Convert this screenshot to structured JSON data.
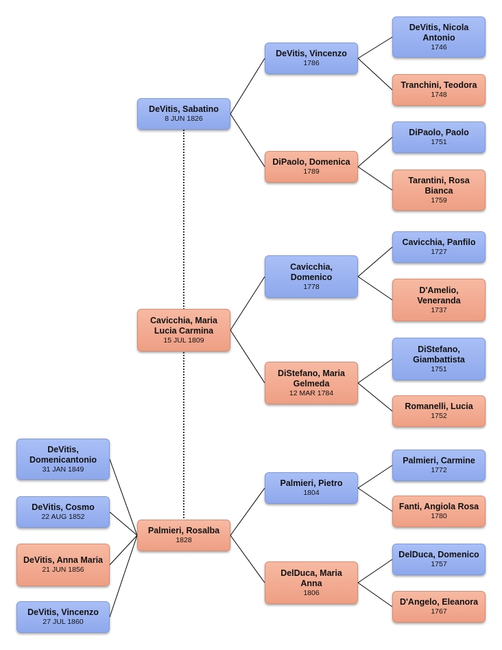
{
  "colors": {
    "male": "#9ab2f0",
    "female": "#f2aa90",
    "line": "#000000"
  },
  "people": {
    "sabatino": {
      "name": "DeVitis, Sabatino",
      "date": "8 JUN 1826",
      "sex": "m"
    },
    "vincenzo_1786": {
      "name": "DeVitis, Vincenzo",
      "date": "1786",
      "sex": "m"
    },
    "nicola": {
      "name": "DeVitis, Nicola Antonio",
      "date": "1746",
      "sex": "m"
    },
    "teodora": {
      "name": "Tranchini, Teodora",
      "date": "1748",
      "sex": "f"
    },
    "domenica": {
      "name": "DiPaolo, Domenica",
      "date": "1789",
      "sex": "f"
    },
    "paolo": {
      "name": "DiPaolo, Paolo",
      "date": "1751",
      "sex": "m"
    },
    "rosa_bianca": {
      "name": "Tarantini, Rosa Bianca",
      "date": "1759",
      "sex": "f"
    },
    "maria_lucia": {
      "name": "Cavicchia, Maria Lucia Carmina",
      "date": "15 JUL 1809",
      "sex": "f"
    },
    "domenico_c": {
      "name": "Cavicchia, Domenico",
      "date": "1778",
      "sex": "m"
    },
    "panfilo": {
      "name": "Cavicchia, Panfilo",
      "date": "1727",
      "sex": "m"
    },
    "veneranda": {
      "name": "D'Amelio, Veneranda",
      "date": "1737",
      "sex": "f"
    },
    "maria_gelmeda": {
      "name": "DiStefano, Maria Gelmeda",
      "date": "12 MAR 1784",
      "sex": "f"
    },
    "giambattista": {
      "name": "DiStefano, Giambattista",
      "date": "1751",
      "sex": "m"
    },
    "lucia": {
      "name": "Romanelli, Lucia",
      "date": "1752",
      "sex": "f"
    },
    "rosalba": {
      "name": "Palmieri, Rosalba",
      "date": "1828",
      "sex": "f"
    },
    "pietro": {
      "name": "Palmieri, Pietro",
      "date": "1804",
      "sex": "m"
    },
    "carmine": {
      "name": "Palmieri, Carmine",
      "date": "1772",
      "sex": "m"
    },
    "angiola": {
      "name": "Fanti, Angiola Rosa",
      "date": "1780",
      "sex": "f"
    },
    "maria_anna_d": {
      "name": "DelDuca, Maria Anna",
      "date": "1806",
      "sex": "f"
    },
    "domenico_d": {
      "name": "DelDuca, Domenico",
      "date": "1757",
      "sex": "m"
    },
    "eleanora": {
      "name": "D'Angelo, Eleanora",
      "date": "1767",
      "sex": "f"
    },
    "domenicantonio": {
      "name": "DeVitis, Domenicantonio",
      "date": "31 JAN 1849",
      "sex": "m"
    },
    "cosmo": {
      "name": "DeVitis, Cosmo",
      "date": "22 AUG 1852",
      "sex": "m"
    },
    "anna_maria": {
      "name": "DeVitis, Anna Maria",
      "date": "21 JUN 1856",
      "sex": "f"
    },
    "vincenzo_1860": {
      "name": "DeVitis, Vincenzo",
      "date": "27 JUL 1860",
      "sex": "m"
    }
  },
  "relations": {
    "parent_links": [
      [
        "sabatino",
        "vincenzo_1786"
      ],
      [
        "sabatino",
        "domenica"
      ],
      [
        "vincenzo_1786",
        "nicola"
      ],
      [
        "vincenzo_1786",
        "teodora"
      ],
      [
        "domenica",
        "paolo"
      ],
      [
        "domenica",
        "rosa_bianca"
      ],
      [
        "maria_lucia",
        "domenico_c"
      ],
      [
        "maria_lucia",
        "maria_gelmeda"
      ],
      [
        "domenico_c",
        "panfilo"
      ],
      [
        "domenico_c",
        "veneranda"
      ],
      [
        "maria_gelmeda",
        "giambattista"
      ],
      [
        "maria_gelmeda",
        "lucia"
      ],
      [
        "rosalba",
        "pietro"
      ],
      [
        "rosalba",
        "maria_anna_d"
      ],
      [
        "pietro",
        "carmine"
      ],
      [
        "pietro",
        "angiola"
      ],
      [
        "maria_anna_d",
        "domenico_d"
      ],
      [
        "maria_anna_d",
        "eleanora"
      ]
    ],
    "child_links": [
      [
        "domenicantonio",
        "rosalba"
      ],
      [
        "cosmo",
        "rosalba"
      ],
      [
        "anna_maria",
        "rosalba"
      ],
      [
        "vincenzo_1860",
        "rosalba"
      ]
    ],
    "spouse_links": [
      [
        "sabatino",
        "rosalba"
      ]
    ]
  }
}
